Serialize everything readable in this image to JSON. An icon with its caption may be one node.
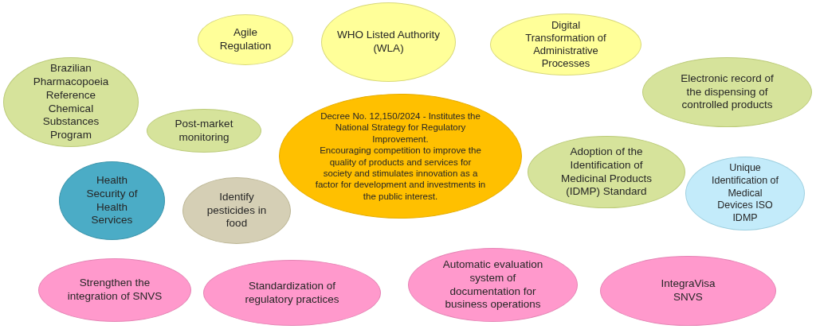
{
  "diagram": {
    "nodes": [
      {
        "text": [
          "Agile Regulation"
        ]
      },
      {
        "text": [
          "WHO Listed Authority (WLA)"
        ]
      },
      {
        "text": [
          "Digital Transformation of Administrative Processes"
        ]
      },
      {
        "text": [
          "Brazilian Pharmacopoeia Reference Chemical Substances Program"
        ]
      },
      {
        "text": [
          "Post-market monitoring"
        ]
      },
      {
        "text": [
          "Decree No. 12,150/2024 - Institutes the National Strategy for Regulatory Improvement.",
          "Encouraging competition to improve the quality of products and services for society and stimulates innovation as a factor for development and investments in the public interest."
        ]
      },
      {
        "text": [
          "Electronic record of the dispensing of controlled products"
        ]
      },
      {
        "text": [
          "Adoption of the Identification of Medicinal Products (IDMP) Standard"
        ]
      },
      {
        "text": [
          "Health Security of Health Services"
        ]
      },
      {
        "text": [
          "Identify pesticides in food"
        ]
      },
      {
        "text": [
          "Unique Identification of Medical Devices ISO IDMP"
        ]
      },
      {
        "text": [
          "Strengthen the integration of SNVS"
        ]
      },
      {
        "text": [
          "Standardization of regulatory practices"
        ]
      },
      {
        "text": [
          "Automatic evaluation system of documentation for business operations"
        ]
      },
      {
        "text": [
          "IntegraVisa SNVS"
        ]
      }
    ]
  }
}
